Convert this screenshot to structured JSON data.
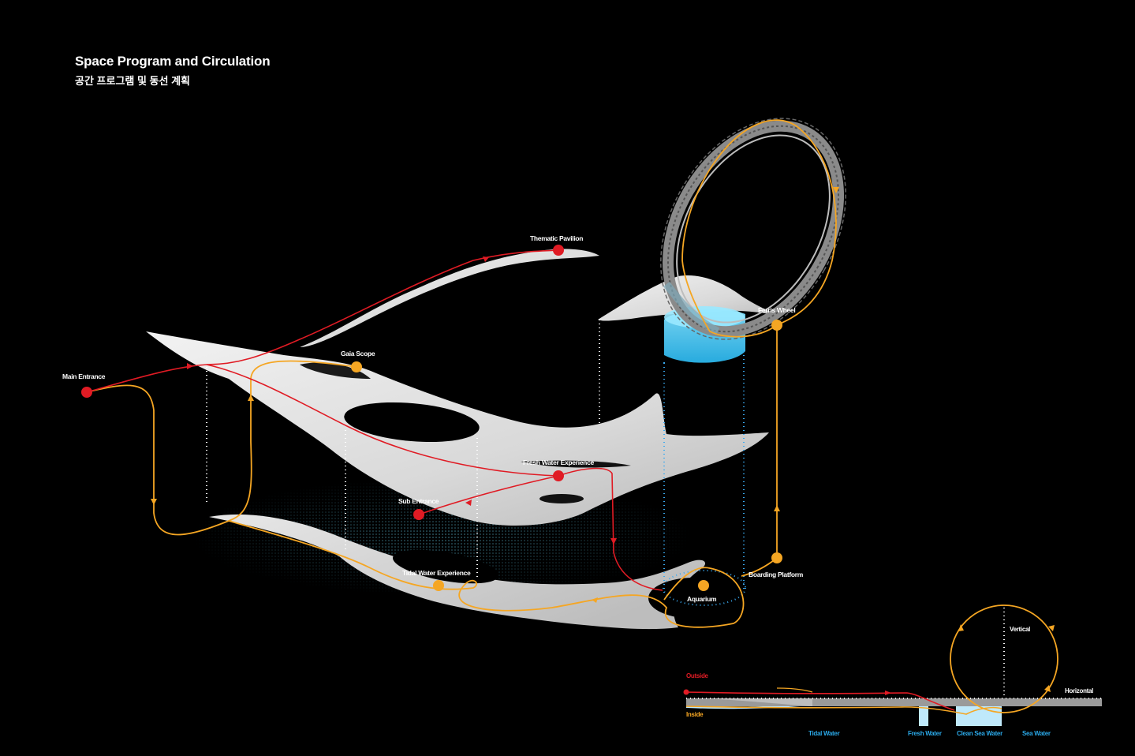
{
  "header": {
    "title": "Space Program and Circulation",
    "subtitle": "공간 프로그램 및 동선 계획"
  },
  "nodes": {
    "thematic_pavilion": "Thematic Pavilion",
    "gaia_scope": "Gaia Scope",
    "main_entrance": "Main Entrance",
    "ferris_wheel": "Ferris Wheel",
    "fresh_water_experience": "Fresh Water Experience",
    "sub_entrance": "Sub Entrance",
    "tidal_water_experience": "Tidal Water Experience",
    "boarding_platform": "Boarding Platform",
    "aquarium": "Aquarium"
  },
  "legend": {
    "outside": "Outside",
    "inside": "Inside",
    "vertical": "Vertical",
    "horizontal": "Horizontal",
    "tidal_water": "Tidal Water",
    "fresh_water": "Fresh Water",
    "clean_sea_water": "Clean Sea Water",
    "sea_water": "Sea Water"
  },
  "colors": {
    "outside_route": "#e01b24",
    "inside_route": "#f5a623",
    "water": "#5fd0f5",
    "structure": "#e6e6e6",
    "background": "#000000"
  }
}
